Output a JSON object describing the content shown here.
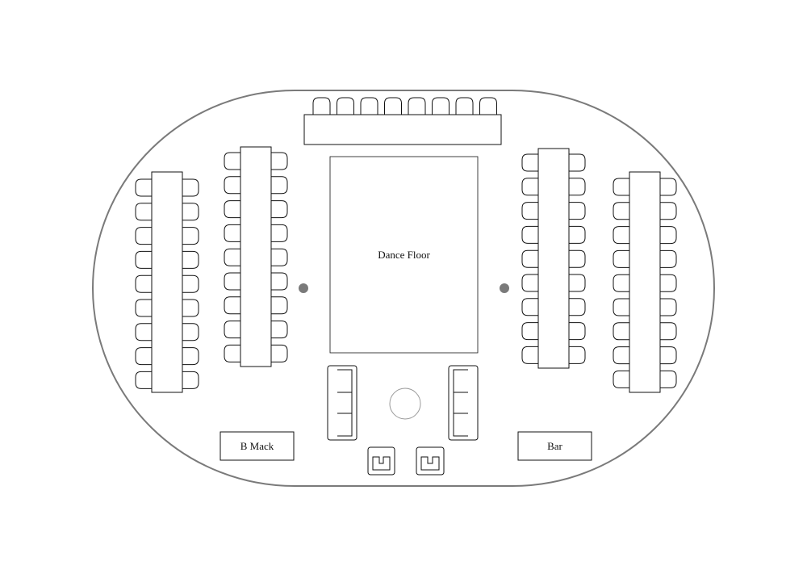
{
  "labels": {
    "dance_floor": "Dance Floor",
    "dj_booth": "B Mack",
    "bar": "Bar"
  },
  "colors": {
    "outline": "#111111",
    "venue_border": "#7a7a7a",
    "marker": "#7a7a7a",
    "pillar": "#9a9a9a",
    "background": "#ffffff"
  },
  "layout_summary": {
    "head_table_seats": 8,
    "banquet_tables": 4,
    "seats_per_side": [
      9,
      9,
      9,
      9
    ],
    "lounge_sofas": 2,
    "lounge_chairs": 2
  }
}
